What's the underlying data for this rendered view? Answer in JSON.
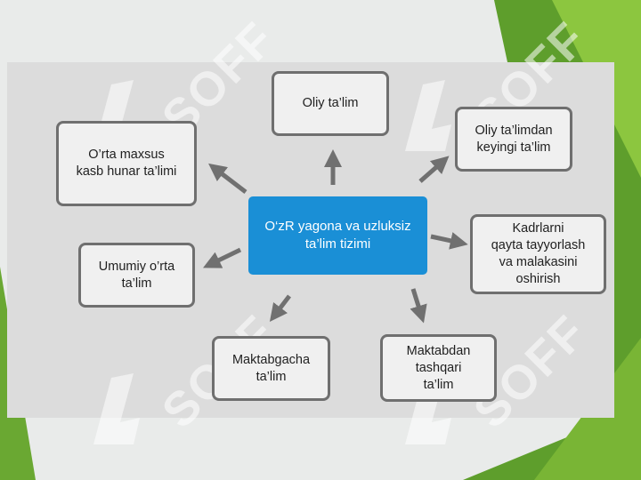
{
  "diagram": {
    "center": "O‘zR yagona va uzluksiz\nta’lim tizimi",
    "nodes": {
      "oliy": "Oliy ta’lim",
      "oliy_keyingi": "Oliy ta’limdan\nkeyingi ta’lim",
      "orta_maxsus": "O’rta maxsus\nkasb hunar ta’limi",
      "kadrlar": "Kadrlarni\nqayta tayyorlash\nva malakasini\noshirish",
      "umumiy": "Umumiy o’rta\nta’lim",
      "maktabgacha": "Maktabgacha\nta’lim",
      "maktabdan": "Maktabdan\ntashqari\nta’lim"
    }
  },
  "watermark": {
    "text": "SOFF"
  },
  "colors": {
    "center_fill": "#1a8fd6",
    "border": "#6f6f6f",
    "arrow": "#707070",
    "green": "#5c9c2a"
  }
}
